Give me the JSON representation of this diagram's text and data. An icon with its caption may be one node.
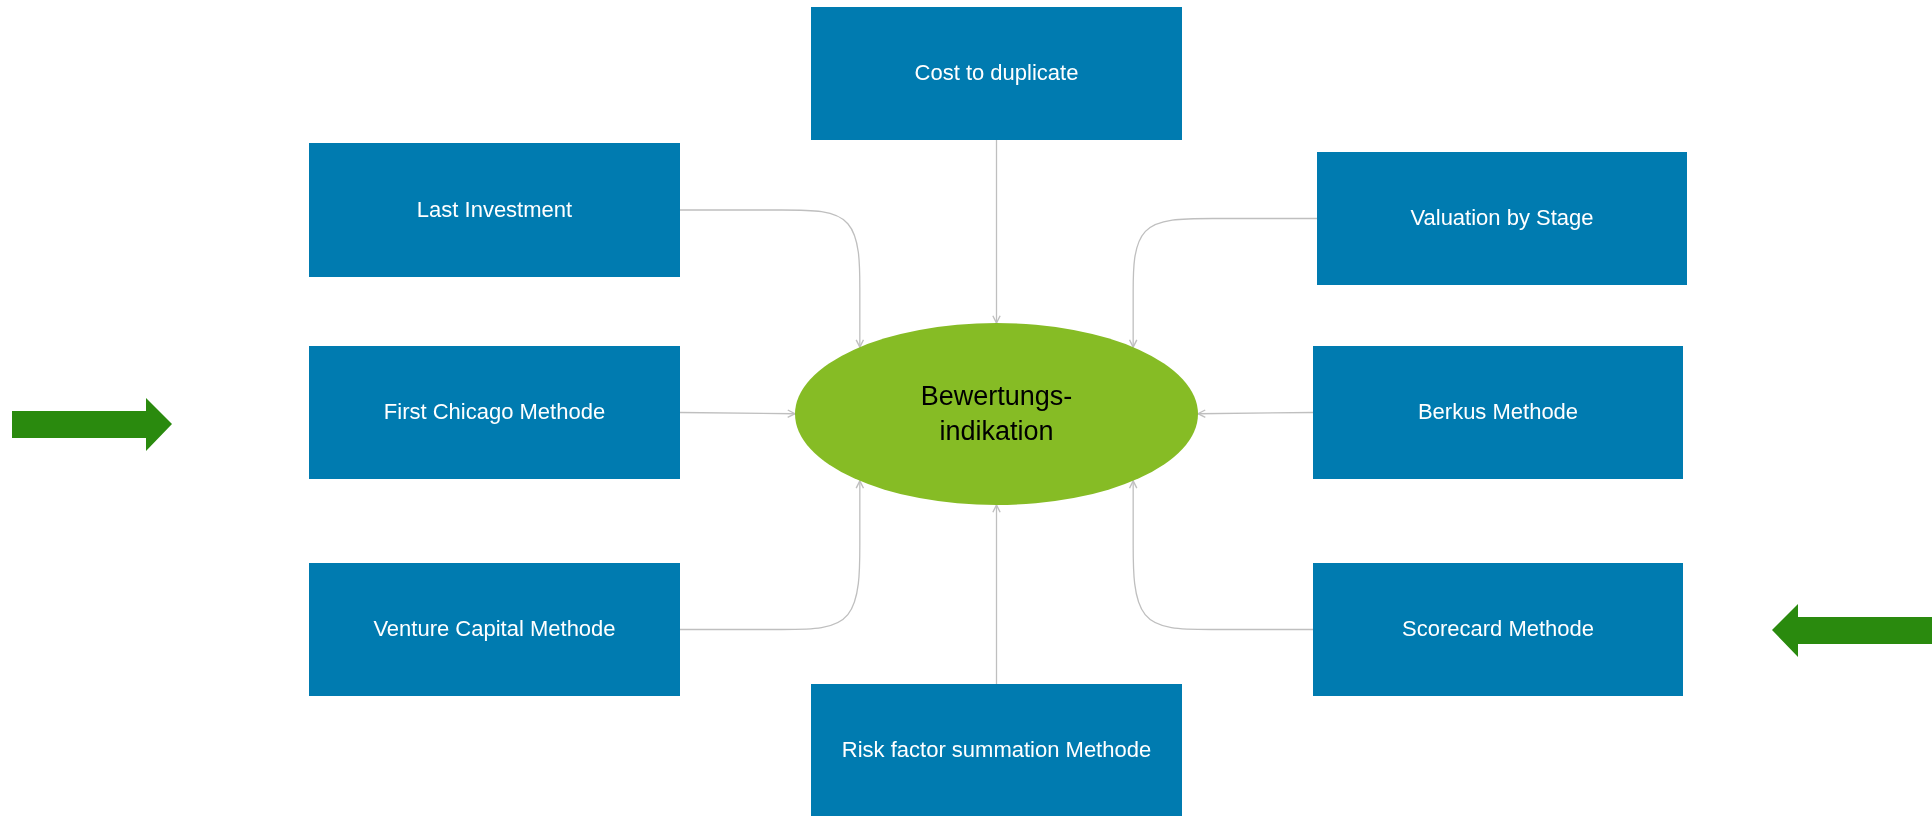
{
  "diagram": {
    "nodes": [
      {
        "text": [
          "Cost to duplicate"
        ]
      },
      {
        "text": [
          "Last Investment"
        ]
      },
      {
        "text": [
          "Valuation by Stage"
        ]
      },
      {
        "text": [
          "First Chicago Methode"
        ]
      },
      {
        "text": [
          "Bewertungs-indikation"
        ]
      },
      {
        "text": [
          "Berkus Methode"
        ]
      },
      {
        "text": [
          "Venture Capital Methode"
        ]
      },
      {
        "text": [
          "Scorecard Methode"
        ]
      },
      {
        "text": [
          "Risk factor summation Methode"
        ]
      }
    ],
    "edges": [
      {
        "from": 0,
        "to": 4,
        "arrow": "to"
      },
      {
        "from": 1,
        "to": 4,
        "arrow": "to"
      },
      {
        "from": 2,
        "to": 4,
        "arrow": "to"
      },
      {
        "from": 3,
        "to": 4,
        "arrow": "to"
      },
      {
        "from": 5,
        "to": 4,
        "arrow": "to"
      },
      {
        "from": 6,
        "to": 4,
        "arrow": "to"
      },
      {
        "from": 7,
        "to": 4,
        "arrow": "to"
      },
      {
        "from": 8,
        "to": 4,
        "arrow": "to"
      }
    ]
  }
}
